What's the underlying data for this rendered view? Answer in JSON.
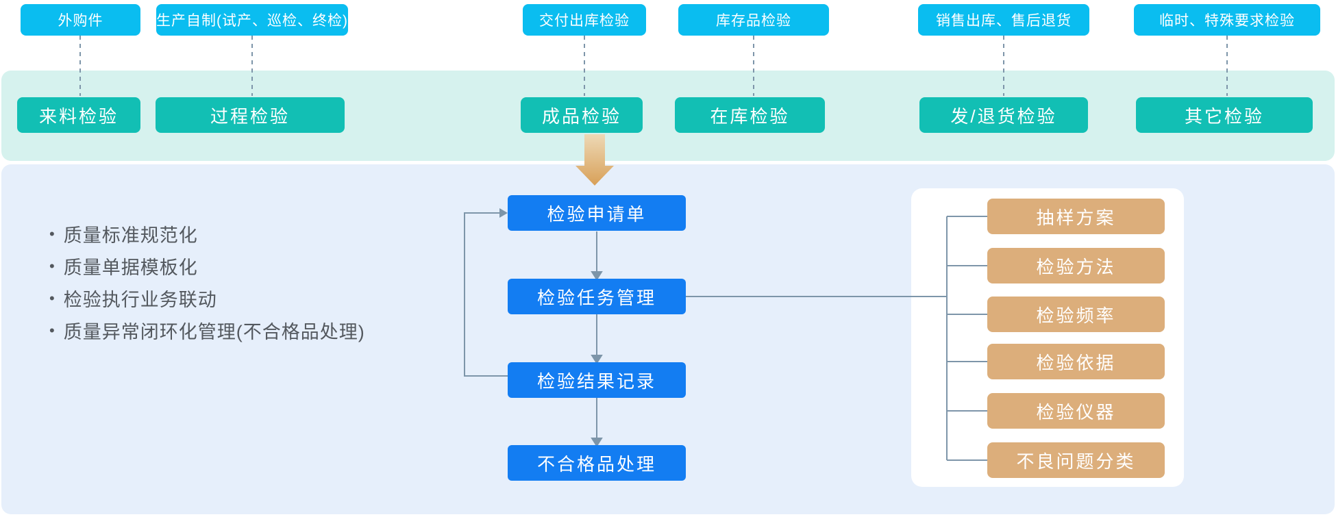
{
  "top_row": {
    "items": [
      {
        "label": "外购件"
      },
      {
        "label": "生产自制(试产、巡检、终检)"
      },
      {
        "label": "交付出库检验"
      },
      {
        "label": "库存品检验"
      },
      {
        "label": "销售出库、售后退货"
      },
      {
        "label": "临时、特殊要求检验"
      }
    ]
  },
  "mid_row": {
    "items": [
      {
        "label": "来料检验"
      },
      {
        "label": "过程检验"
      },
      {
        "label": "成品检验"
      },
      {
        "label": "在库检验"
      },
      {
        "label": "发/退货检验"
      },
      {
        "label": "其它检验"
      }
    ]
  },
  "features": {
    "bullet": "•",
    "items": [
      {
        "label": "质量标准规范化"
      },
      {
        "label": "质量单据模板化"
      },
      {
        "label": "检验执行业务联动"
      },
      {
        "label": "质量异常闭环化管理(不合格品处理)"
      }
    ]
  },
  "flow": {
    "steps": [
      {
        "label": "检验申请单"
      },
      {
        "label": "检验任务管理"
      },
      {
        "label": "检验结果记录"
      },
      {
        "label": "不合格品处理"
      }
    ]
  },
  "standards": {
    "items": [
      {
        "label": "抽样方案"
      },
      {
        "label": "检验方法"
      },
      {
        "label": "检验频率"
      },
      {
        "label": "检验依据"
      },
      {
        "label": "检验仪器"
      },
      {
        "label": "不良问题分类"
      }
    ]
  },
  "colors": {
    "source_cyan": "#0abdf0",
    "inspection_teal": "#12bfb4",
    "band_mint": "#d6f2ee",
    "panel_blue": "#e6effb",
    "flow_blue": "#137df2",
    "standard_tan": "#dcae7b",
    "connector_slate": "#7d95a9",
    "arrow_gradient_top": "#edd9b6",
    "arrow_gradient_bottom": "#d8a058",
    "text_dark": "#53585e"
  }
}
